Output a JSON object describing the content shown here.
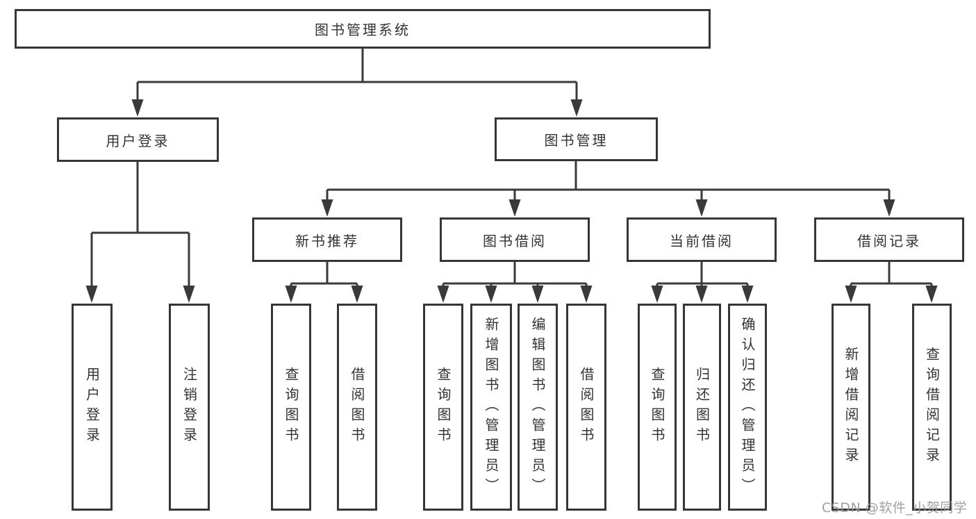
{
  "diagram": {
    "root": {
      "label": "图书管理系统"
    },
    "branches": [
      {
        "label": "用户登录",
        "children": [
          {
            "label": "用户登录"
          },
          {
            "label": "注销登录"
          }
        ]
      },
      {
        "label": "图书管理",
        "children": [
          {
            "label": "新书推荐",
            "children": [
              {
                "label": "查询图书"
              },
              {
                "label": "借阅图书"
              }
            ]
          },
          {
            "label": "图书借阅",
            "children": [
              {
                "label": "查询图书"
              },
              {
                "label": "新增图书（管理员）"
              },
              {
                "label": "编辑图书（管理员）"
              },
              {
                "label": "借阅图书"
              }
            ]
          },
          {
            "label": "当前借阅",
            "children": [
              {
                "label": "查询图书"
              },
              {
                "label": "归还图书"
              },
              {
                "label": "确认归还（管理员）"
              }
            ]
          },
          {
            "label": "借阅记录",
            "children": [
              {
                "label": "新增借阅记录"
              },
              {
                "label": "查询借阅记录"
              }
            ]
          }
        ]
      }
    ]
  },
  "watermark": {
    "text": "CSDN @软件_小贺同学"
  },
  "colors": {
    "line": "#3a3a3a",
    "text": "#333333",
    "background": "#ffffff",
    "watermark": "#989898"
  }
}
